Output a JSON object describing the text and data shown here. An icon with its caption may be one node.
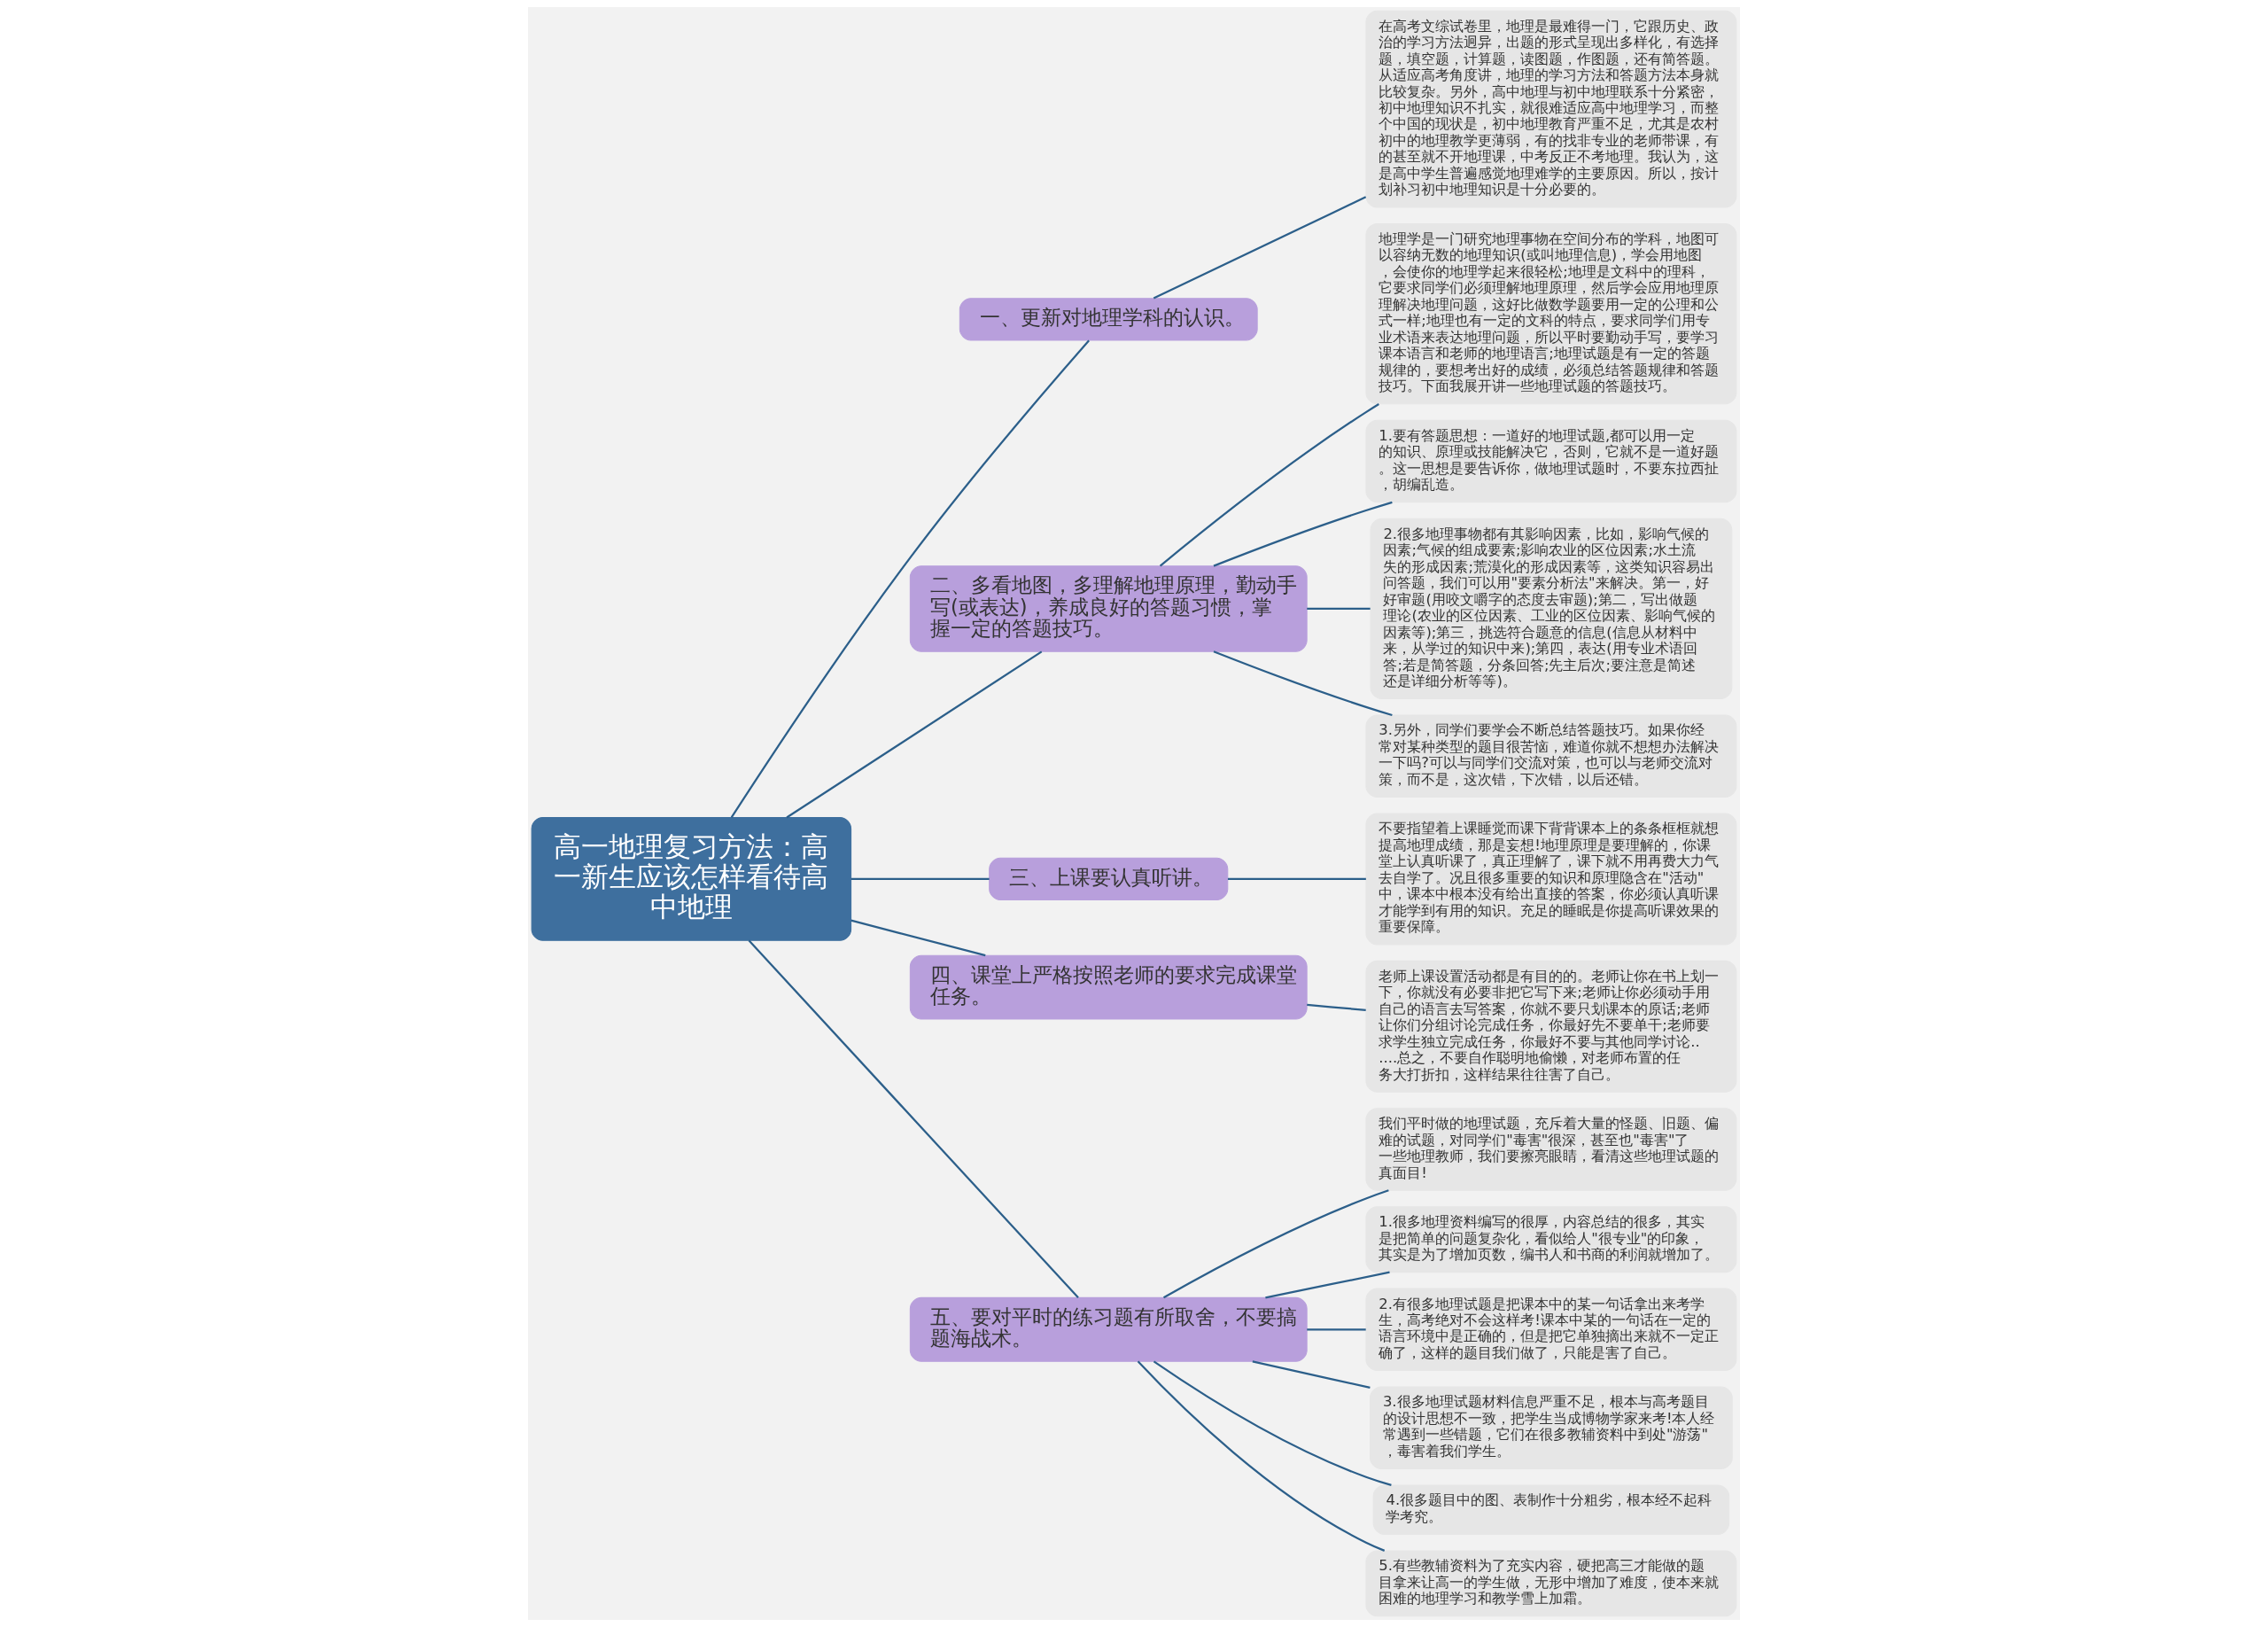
{
  "diagram": {
    "nodes": [
      {
        "text": [
          "高一地理复习方法：高一新生应该怎样看待高中地理"
        ]
      },
      {
        "text": [
          "一、更新对地理学科的认识。"
        ]
      },
      {
        "text": [
          "在高考文综试卷里，地理是最难得一门，它跟历史、政治的学习方法迥异，出题的形式呈现出多样化，有选择题，填空题，计算题，读图题，作图题，还有简答题。从适应高考角度讲，地理的学习方法和答题方法本身就比较复杂。另外，高中地理与初中地理联系十分紧密，初中地理知识不扎实，就很难适应高中地理学习，而整个中国的现状是，初中地理教育严重不足，尤其是农村初中的地理教学更薄弱，有的找非专业的老师带课，有的甚至就不开地理课，中考反正不考地理。我认为，这是高中学生普遍感觉地理难学的主要原因。所以，按计划补习初中地理知识是十分必要的。"
        ]
      },
      {
        "text": [
          "二、多看地图，多理解地理原理，勤动手写(或表达)，养成良好的答题习惯，掌握一定的答题技巧。"
        ]
      },
      {
        "text": [
          "地理学是一门研究地理事物在空间分布的学科，地图可以容纳无数的地理知识(或叫地理信息)，学会用地图，会使你的地理学起来很轻松;地理是文科中的理科，它要求同学们必须理解地理原理，然后学会应用地理原理解决地理问题，这好比做数学题要用一定的公理和公式一样;地理也有一定的文科的特点，要求同学们用专业术语来表达地理问题，所以平时要勤动手写，要学习课本语言和老师的地理语言;地理试题是有一定的答题规律的，要想考出好的成绩，必须总结答题规律和答题技巧。下面我展开讲一些地理试题的答题技巧。"
        ]
      },
      {
        "text": [
          "1.要有答题思想：一道好的地理试题,都可以用一定的知识、原理或技能解决它，否则，它就不是一道好题。这一思想是要告诉你，做地理试题时，不要东拉西扯，胡编乱造。"
        ]
      },
      {
        "text": [
          "2.很多地理事物都有其影响因素，比如，影响气候的因素;气候的组成要素;影响农业的区位因素;水土流失的形成因素;荒漠化的形成因素等，这类知识容易出问答题，我们可以用\"要素分析法\"来解决。第一，好好审题(用咬文嚼字的态度去审题);第二，写出做题理论(农业的区位因素、工业的区位因素、影响气候的因素等);第三，挑选符合题意的信息(信息从材料中来，从学过的知识中来);第四，表达(用专业术语回答;若是简答题，分条回答;先主后次;要注意是简述还是详细分析等等)。"
        ]
      },
      {
        "text": [
          "3.另外，同学们要学会不断总结答题技巧。如果你经常对某种类型的题目很苦恼，难道你就不想想办法解决一下吗?可以与同学们交流对策，也可以与老师交流对策，而不是，这次错，下次错，以后还错。"
        ]
      },
      {
        "text": [
          "三、上课要认真听讲。"
        ]
      },
      {
        "text": [
          "不要指望着上课睡觉而课下背背课本上的条条框框就想提高地理成绩，那是妄想!地理原理是要理解的，你课堂上认真听课了，真正理解了，课下就不用再费大力气去自学了。况且很多重要的知识和原理隐含在\"活动\"中，课本中根本没有给出直接的答案，你必须认真听课才能学到有用的知识。充足的睡眠是你提高听课效果的重要保障。"
        ]
      },
      {
        "text": [
          "四、课堂上严格按照老师的要求完成课堂任务。"
        ]
      },
      {
        "text": [
          "老师上课设置活动都是有目的的。老师让你在书上划一下，你就没有必要非把它写下来;老师让你必须动手用自己的语言去写答案，你就不要只划课本的原话;老师让你们分组讨论完成任务，你最好先不要单干;老师要求学生独立完成任务，你最好不要与其他同学讨论......总之，不要自作聪明地偷懒，对老师布置的任务大打折扣，这样结果往往害了自己。"
        ]
      },
      {
        "text": [
          "五、要对平时的练习题有所取舍，不要搞题海战术。"
        ]
      },
      {
        "text": [
          "我们平时做的地理试题，充斥着大量的怪题、旧题、偏难的试题，对同学们\"毒害\"很深，甚至也\"毒害\"了一些地理教师，我们要擦亮眼睛，看清这些地理试题的真面目!"
        ]
      },
      {
        "text": [
          "1.很多地理资料编写的很厚，内容总结的很多，其实是把简单的问题复杂化，看似给人\"很专业\"的印象，其实是为了增加页数，编书人和书商的利润就增加了。"
        ]
      },
      {
        "text": [
          "2.有很多地理试题是把课本中的某一句话拿出来考学生，高考绝对不会这样考!课本中某的一句话在一定的语言环境中是正确的，但是把它单独摘出来就不一定正确了，这样的题目我们做了，只能是害了自己。"
        ]
      },
      {
        "text": [
          "3.很多地理试题材料信息严重不足，根本与高考题目的设计思想不一致，把学生当成博物学家来考!本人经常遇到一些错题，它们在很多教辅资料中到处\"游荡\"，毒害着我们学生。"
        ]
      },
      {
        "text": [
          "4.很多题目中的图、表制作十分粗劣，根本经不起科学考究。"
        ]
      },
      {
        "text": [
          "5.有些教辅资料为了充实内容，硬把高三才能做的题目拿来让高一的学生做，无形中增加了难度，使本来就困难的地理学习和教学雪上加霜。"
        ]
      }
    ],
    "edges": [
      {
        "from": 0,
        "to": 1,
        "arrow": "none"
      },
      {
        "from": 1,
        "to": 2,
        "arrow": "none"
      },
      {
        "from": 0,
        "to": 3,
        "arrow": "none"
      },
      {
        "from": 3,
        "to": 4,
        "arrow": "none"
      },
      {
        "from": 3,
        "to": 5,
        "arrow": "none"
      },
      {
        "from": 3,
        "to": 6,
        "arrow": "none"
      },
      {
        "from": 3,
        "to": 7,
        "arrow": "none"
      },
      {
        "from": 0,
        "to": 8,
        "arrow": "none"
      },
      {
        "from": 8,
        "to": 9,
        "arrow": "none"
      },
      {
        "from": 0,
        "to": 10,
        "arrow": "none"
      },
      {
        "from": 10,
        "to": 11,
        "arrow": "none"
      },
      {
        "from": 0,
        "to": 12,
        "arrow": "none"
      },
      {
        "from": 12,
        "to": 13,
        "arrow": "none"
      },
      {
        "from": 12,
        "to": 14,
        "arrow": "none"
      },
      {
        "from": 12,
        "to": 15,
        "arrow": "none"
      },
      {
        "from": 12,
        "to": 16,
        "arrow": "none"
      },
      {
        "from": 12,
        "to": 17,
        "arrow": "none"
      },
      {
        "from": 12,
        "to": 18,
        "arrow": "none"
      }
    ]
  }
}
